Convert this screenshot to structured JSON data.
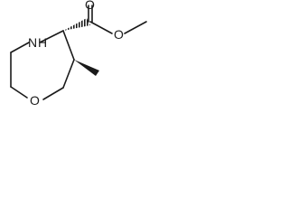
{
  "molecule": {
    "atoms": {
      "ring_nitrogen": "N",
      "ring_nitrogen_hydrogen": "H",
      "ring_oxygen": "O",
      "carbonyl_oxygen": "O",
      "ester_oxygen": "O"
    }
  }
}
